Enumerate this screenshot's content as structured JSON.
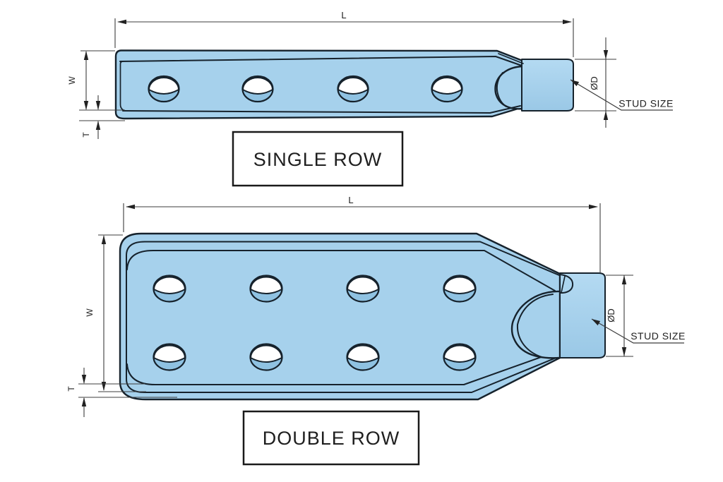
{
  "colors": {
    "background": "#ffffff",
    "part_fill": "#a6d1ec",
    "part_fill_light": "#abd5ef",
    "stud_light": "#b4daf2",
    "stud_dark": "#9ac8e6",
    "hole_wall": "#8fc2e2",
    "hole_opening": "#ffffff",
    "outline": "#16222c",
    "dim_line": "#3c3c3c",
    "dim_arrow": "#222222",
    "caption_border": "#1a1a1a",
    "text": "#1f1f1f"
  },
  "drawings": {
    "single_row": {
      "caption": "SINGLE ROW",
      "hole_rows": 1,
      "hole_count": 4,
      "dimension_labels": {
        "length": "L",
        "width": "W",
        "thickness": "T",
        "stud_diameter": "ØD",
        "stud_callout": "STUD SIZE"
      }
    },
    "double_row": {
      "caption": "DOUBLE ROW",
      "hole_rows": 2,
      "hole_count": 8,
      "dimension_labels": {
        "length": "L",
        "width": "W",
        "thickness": "T",
        "stud_diameter": "ØD",
        "stud_callout": "STUD SIZE"
      }
    }
  }
}
